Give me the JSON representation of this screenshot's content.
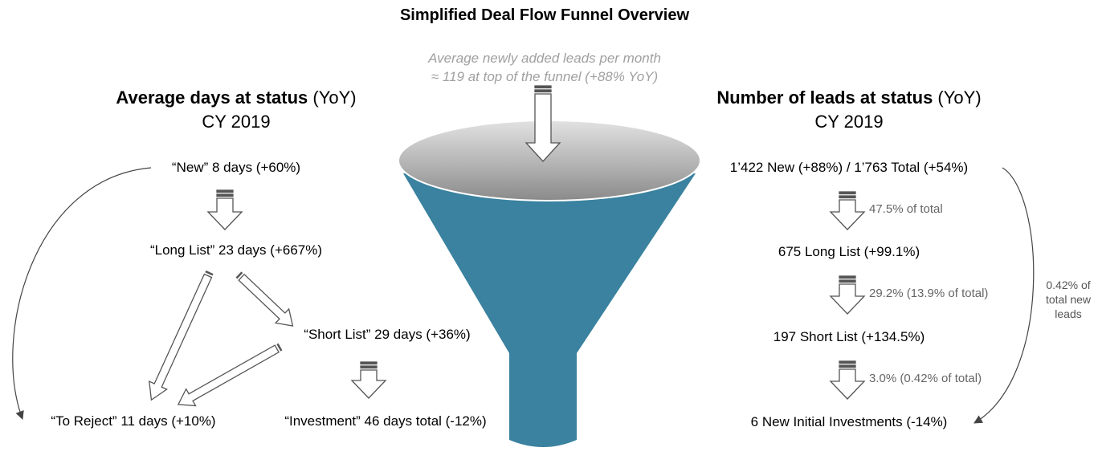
{
  "title": "Simplified Deal Flow Funnel Overview",
  "funnel_note": {
    "line1": "Average newly added leads per month",
    "line2": "≈ 119 at top of the funnel (+88% YoY)"
  },
  "left_panel": {
    "heading_bold": "Average days at status",
    "heading_suffix": " (YoY)",
    "subheading": "CY 2019",
    "new": "“New” 8 days (+60%)",
    "long_list": "“Long List” 23 days (+667%)",
    "short_list": "“Short List” 29 days (+36%)",
    "to_reject": "“To Reject” 11 days (+10%)",
    "investment": "“Investment” 46 days total (-12%)"
  },
  "right_panel": {
    "heading_bold": "Number of leads at status",
    "heading_suffix": " (YoY)",
    "subheading": "CY 2019",
    "new": "1’422 New (+88%) / 1’763 Total (+54%)",
    "long_list": "675 Long List (+99.1%)",
    "short_list": "197 Short List (+134.5%)",
    "investments": "6 New Initial Investments (-14%)",
    "conv_1": "47.5% of total",
    "conv_2": "29.2% (13.9% of total)",
    "conv_3": "3.0% (0.42% of total)",
    "side_note_line1": "0.42% of",
    "side_note_line2": "total new",
    "side_note_line3": "leads"
  },
  "colors": {
    "funnel_body": "#3a829f",
    "funnel_top_light": "#dcdcdc",
    "funnel_top_dark": "#8e8e8e",
    "arrow_stroke": "#555555",
    "note_grey": "#a0a0a0"
  }
}
